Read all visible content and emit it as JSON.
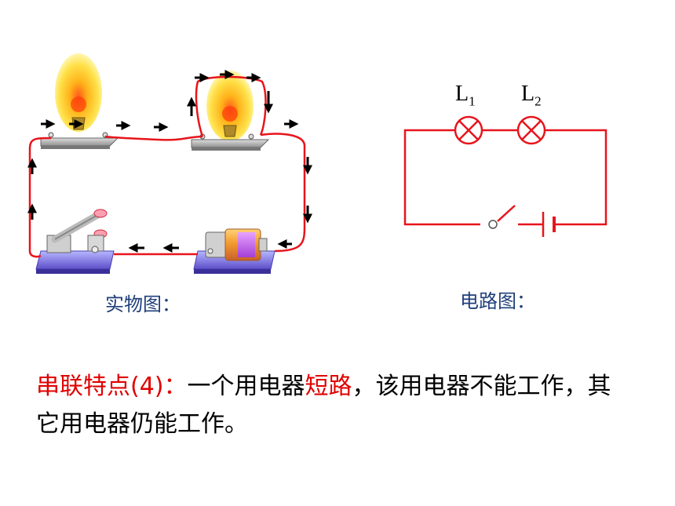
{
  "captions": {
    "physical": "实物图：",
    "schematic": "电路图："
  },
  "lamps": {
    "l1": {
      "letter": "L",
      "sub": "1"
    },
    "l2": {
      "letter": "L",
      "sub": "2"
    }
  },
  "statement": {
    "heading": "串联特点(4)：",
    "part1": "一个用电器",
    "highlight": "短路",
    "part2": "，该用电器不能工作，其它用电器仍能工作。"
  },
  "colors": {
    "wire": "#e8141c",
    "caption": "#1f3f7a",
    "highlight": "#e00000",
    "arrow": "#000000"
  },
  "icons": [
    "arrow-right-icon",
    "arrow-left-icon",
    "arrow-up-icon",
    "arrow-down-icon",
    "lamp-icon",
    "battery-icon",
    "switch-icon"
  ]
}
